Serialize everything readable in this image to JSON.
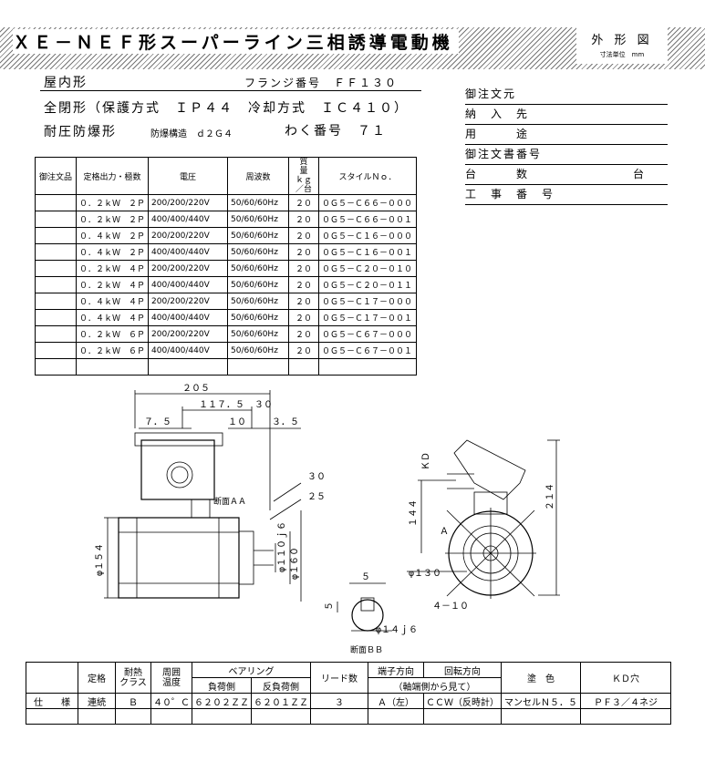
{
  "title": "ＸＥ－ＮＥＦ形スーパーライン三相誘導電動機",
  "outline_label": "外 形 図",
  "unit_note": "寸法単位　mm",
  "header": {
    "location": "屋内形",
    "flange_label": "フランジ番号　ＦＦ１３０",
    "enclosure": "全閉形（保護方式　ＩＰ４４　冷却方式　ＩＣ４１０）",
    "explosion": "耐圧防爆形",
    "explosion_struct": "防爆構造　ｄ２Ｇ４",
    "frame": "わく番号　７１"
  },
  "order_fields": [
    "御注文元",
    "納　入　先",
    "用　　　途",
    "御注文書番号",
    "台　　　数",
    "工　事　番　号"
  ],
  "order_unit": "台",
  "model_table": {
    "headers": [
      "御注文品",
      "定格出力・極数",
      "電圧",
      "周波数",
      "質　量\nｋｇ／台",
      "スタイルＮｏ．"
    ],
    "rows": [
      [
        "",
        "０．２ｋＷ　２Ｐ",
        "200/200/220V",
        "50/60/60Hz",
        "２０",
        "０Ｇ５－Ｃ６６－０００"
      ],
      [
        "",
        "０．２ｋＷ　２Ｐ",
        "400/400/440V",
        "50/60/60Hz",
        "２０",
        "０Ｇ５－Ｃ６６－００１"
      ],
      [
        "",
        "０．４ｋＷ　２Ｐ",
        "200/200/220V",
        "50/60/60Hz",
        "２０",
        "０Ｇ５－Ｃ１６－０００"
      ],
      [
        "",
        "０．４ｋＷ　２Ｐ",
        "400/400/440V",
        "50/60/60Hz",
        "２０",
        "０Ｇ５－Ｃ１６－００１"
      ],
      [
        "",
        "０．２ｋＷ　４Ｐ",
        "200/200/220V",
        "50/60/60Hz",
        "２０",
        "０Ｇ５－Ｃ２０－０１０"
      ],
      [
        "",
        "０．２ｋＷ　４Ｐ",
        "400/400/440V",
        "50/60/60Hz",
        "２０",
        "０Ｇ５－Ｃ２０－０１１"
      ],
      [
        "",
        "０．４ｋＷ　４Ｐ",
        "200/200/220V",
        "50/60/60Hz",
        "２０",
        "０Ｇ５－Ｃ１７－０００"
      ],
      [
        "",
        "０．４ｋＷ　４Ｐ",
        "400/400/440V",
        "50/60/60Hz",
        "２０",
        "０Ｇ５－Ｃ１７－００１"
      ],
      [
        "",
        "０．２ｋＷ　６Ｐ",
        "200/200/220V",
        "50/60/60Hz",
        "２０",
        "０Ｇ５－Ｃ６７－０００"
      ],
      [
        "",
        "０．２ｋＷ　６Ｐ",
        "400/400/440V",
        "50/60/60Hz",
        "２０",
        "０Ｇ５－Ｃ６７－００１"
      ],
      [
        "",
        "",
        "",
        "",
        "",
        ""
      ]
    ]
  },
  "dims": {
    "d205": "２０５",
    "d117": "１１７．５",
    "d30a": "３０",
    "d75": "７．５",
    "d10": "１０",
    "d35": "３．５",
    "d30b": "３０",
    "d25": "２５",
    "d154": "φ１５４",
    "d110": "φ１１０ｊ６",
    "d160": "φ１６０",
    "secAA": "断面ＡＡ",
    "kd": "ＫＤ",
    "d144": "１４４",
    "d214": "２１４",
    "d130": "φ１３０",
    "d410": "４－１０",
    "a": "Ａ",
    "d5a": "５",
    "d5b": "５",
    "d14": "φ１４ｊ６",
    "secBB": "断面ＢＢ"
  },
  "spec_table": {
    "h1": [
      "定格",
      "耐熱\nクラス",
      "周囲\n温度",
      "ベアリング",
      "リード数",
      "端子方向",
      "回転方向",
      "塗　色",
      "ＫＤ穴"
    ],
    "h2": [
      "負荷側",
      "反負荷側",
      "（軸端側から見て）"
    ],
    "row": [
      "仕　　様",
      "連続",
      "Ｂ",
      "４０゜Ｃ",
      "６２０２ＺＺ",
      "６２０１ＺＺ",
      "３",
      "Ａ（左）",
      "ＣＣＷ（反時計）",
      "マンセルＮ５．５",
      "ＰＦ３／４ネジ"
    ]
  }
}
